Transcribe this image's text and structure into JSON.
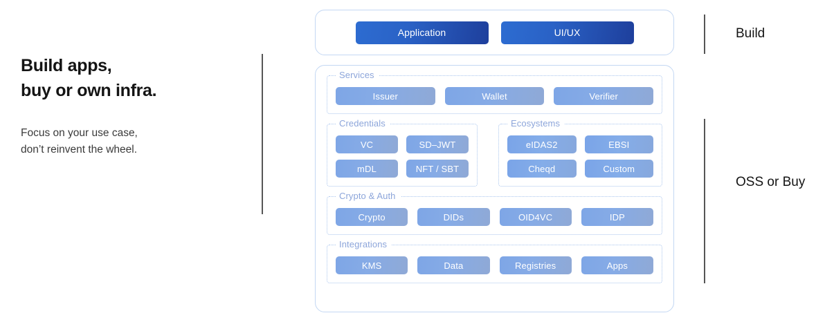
{
  "left": {
    "headline_line1": "Build apps,",
    "headline_line2": "buy or own infra.",
    "subcopy_line1": "Focus on your use case,",
    "subcopy_line2": "don’t reinvent the wheel."
  },
  "side_labels": {
    "build": "Build",
    "oss_or_buy": "OSS or Buy"
  },
  "build_layer": {
    "items": [
      {
        "label": "Application"
      },
      {
        "label": "UI/UX"
      }
    ]
  },
  "stack": {
    "services": {
      "label": "Services",
      "items": [
        {
          "label": "Issuer"
        },
        {
          "label": "Wallet"
        },
        {
          "label": "Verifier"
        }
      ]
    },
    "credentials": {
      "label": "Credentials",
      "items": [
        {
          "label": "VC"
        },
        {
          "label": "SD–JWT"
        },
        {
          "label": "mDL"
        },
        {
          "label": "NFT / SBT"
        }
      ]
    },
    "ecosystems": {
      "label": "Ecosystems",
      "items": [
        {
          "label": "eIDAS2"
        },
        {
          "label": "EBSI"
        },
        {
          "label": "Cheqd"
        },
        {
          "label": "Custom"
        }
      ]
    },
    "crypto_auth": {
      "label": "Crypto & Auth",
      "items": [
        {
          "label": "Crypto"
        },
        {
          "label": "DIDs"
        },
        {
          "label": "OID4VC"
        },
        {
          "label": "IDP"
        }
      ]
    },
    "integrations": {
      "label": "Integrations",
      "items": [
        {
          "label": "KMS"
        },
        {
          "label": "Data"
        },
        {
          "label": "Registries"
        },
        {
          "label": "Apps"
        }
      ]
    }
  },
  "colors": {
    "build_pill_start": "#2d6cd1",
    "build_pill_end": "#1e3f9c",
    "stack_pill_start": "#7ea6e6",
    "stack_pill_end": "#8fa9d6",
    "card_border": "#c3d7f3",
    "group_border": "#a9c5ee",
    "group_label": "#8ca5da",
    "rule": "#555555",
    "headline": "#141414"
  }
}
